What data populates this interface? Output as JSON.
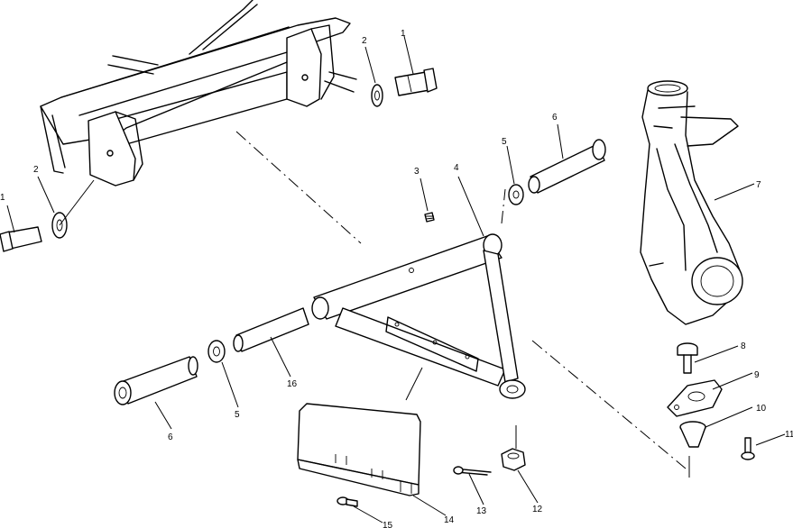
{
  "callouts": {
    "c1_top": "1",
    "c2_top": "2",
    "c1_left": "1",
    "c2_left": "2",
    "c3": "3",
    "c4": "4",
    "c5_right": "5",
    "c6_right": "6",
    "c7": "7",
    "c8": "8",
    "c9": "9",
    "c10": "10",
    "c11": "11",
    "c12": "12",
    "c13": "13",
    "c14": "14",
    "c15": "15",
    "c16": "16",
    "c5_left": "5",
    "c6_left": "6"
  }
}
